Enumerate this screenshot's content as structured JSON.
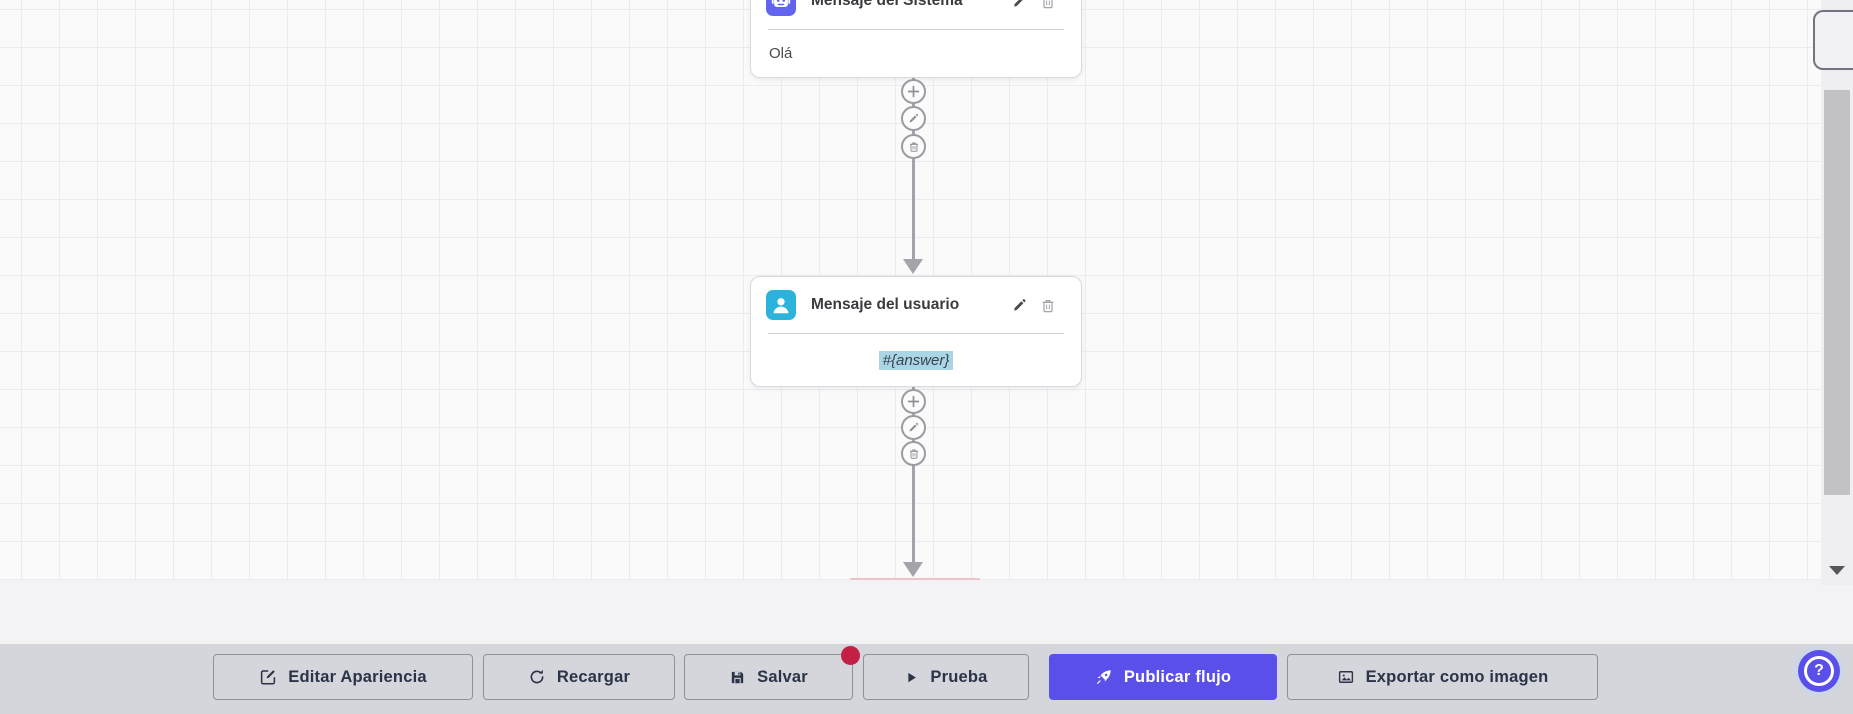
{
  "nodes": {
    "system": {
      "title": "Mensaje del Sistema",
      "content": "Olá",
      "icon": "robot-icon"
    },
    "user": {
      "title": "Mensaje del usuario",
      "content": "#{answer}",
      "icon": "user-icon"
    }
  },
  "step_actions": {
    "add": "add-step",
    "edit": "edit-step",
    "delete": "delete-step"
  },
  "toolbar": {
    "edit_appearance": "Editar Apariencia",
    "reload": "Recargar",
    "save": "Salvar",
    "test": "Prueba",
    "publish": "Publicar flujo",
    "export_image": "Exportar como imagen"
  },
  "help": {
    "label": "?"
  },
  "icons": [
    "robot-icon",
    "user-icon",
    "pencil-icon",
    "trash-icon",
    "plus-icon",
    "edit-square-icon",
    "refresh-icon",
    "save-icon",
    "play-icon",
    "rocket-icon",
    "image-icon",
    "question-icon",
    "scroll-down-arrow"
  ],
  "colors": {
    "accent": "#5a4fe8",
    "system_icon": "#6164ef",
    "user_icon": "#2bb3dc",
    "badge": "#c41f45",
    "highlight": "#a9d5e5",
    "connector": "#a3a3a9"
  }
}
